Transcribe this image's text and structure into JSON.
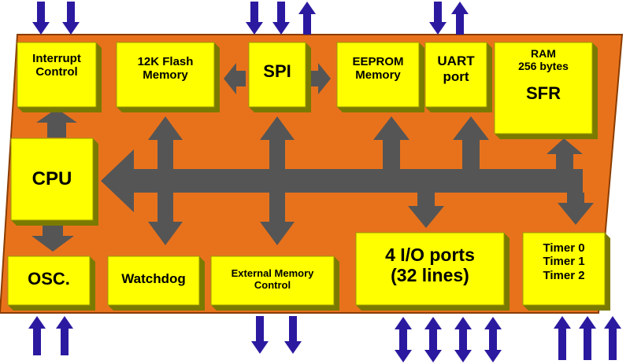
{
  "colors": {
    "board": "#e8721c",
    "board_edge": "#8a3c00",
    "block_face": "#ffff00",
    "block_edge": "#7a7a00",
    "bus": "#555555",
    "pin_arrow": "#2b1aa0"
  },
  "blocks": {
    "interrupt": {
      "line1": "Interrupt",
      "line2": "Control"
    },
    "flash": {
      "line1": "12K Flash",
      "line2": "Memory"
    },
    "spi": {
      "label": "SPI"
    },
    "eeprom": {
      "line1": "EEPROM",
      "line2": "Memory"
    },
    "uart": {
      "line1": "UART",
      "line2": "port"
    },
    "ram": {
      "line1": "RAM",
      "line2": "256 bytes",
      "line3": "SFR"
    },
    "cpu": {
      "label": "CPU"
    },
    "osc": {
      "label": "OSC."
    },
    "watchdog": {
      "label": "Watchdog"
    },
    "extmem": {
      "line1": "External Memory",
      "line2": "Control"
    },
    "io": {
      "line1": "4 I/O ports",
      "line2": "(32 lines)"
    },
    "timers": {
      "line1": "Timer 0",
      "line2": "Timer 1",
      "line3": "Timer 2"
    }
  },
  "icons": [
    "pin-arrow-up-icon",
    "pin-arrow-down-icon",
    "pin-arrow-bidirectional-icon",
    "bus-arrow-icon"
  ]
}
